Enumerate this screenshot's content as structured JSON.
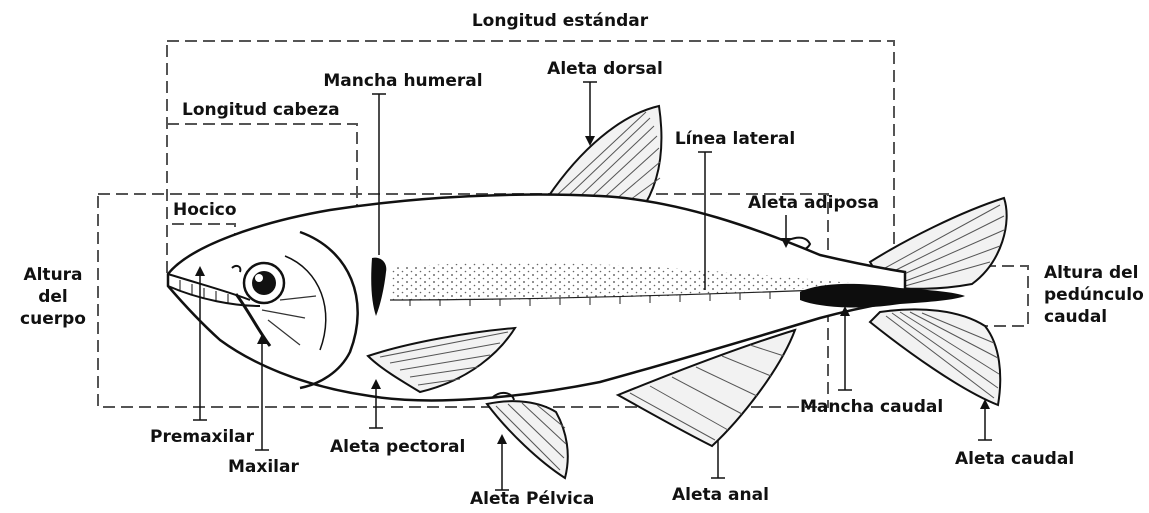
{
  "labels": {
    "longitud_estandar": "Longitud estándar",
    "mancha_humeral": "Mancha humeral",
    "aleta_dorsal": "Aleta dorsal",
    "longitud_cabeza": "Longitud cabeza",
    "linea_lateral": "Línea lateral",
    "hocico": "Hocico",
    "aleta_adiposa": "Aleta adiposa",
    "altura_cuerpo": [
      "Altura",
      "del",
      "cuerpo"
    ],
    "altura_pedunculo": [
      "Altura del",
      "pedúnculo",
      "caudal"
    ],
    "premaxilar": "Premaxilar",
    "maxilar": "Maxilar",
    "aleta_pectoral": "Aleta pectoral",
    "aleta_pelvica": "Aleta Pélvica",
    "aleta_anal": "Aleta anal",
    "mancha_caudal": "Mancha caudal",
    "aleta_caudal": "Aleta caudal"
  },
  "colors": {
    "ink": "#111111",
    "body_fill": "#ffffff",
    "fin_fill": "#f2f2f2",
    "spot": "#0d0d0d"
  }
}
